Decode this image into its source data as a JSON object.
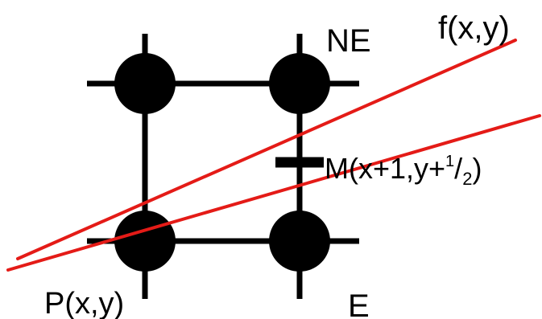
{
  "labels": {
    "ne": "NE",
    "e": "E",
    "p": "P(x,y)",
    "f": "f(x,y)",
    "m_prefix": "M(x+1,y+",
    "m_num": "1",
    "m_slash": "/",
    "m_den": "2",
    "m_close": ")"
  },
  "colors": {
    "grid": "#000000",
    "line": "#e41b17",
    "text": "#000000"
  }
}
